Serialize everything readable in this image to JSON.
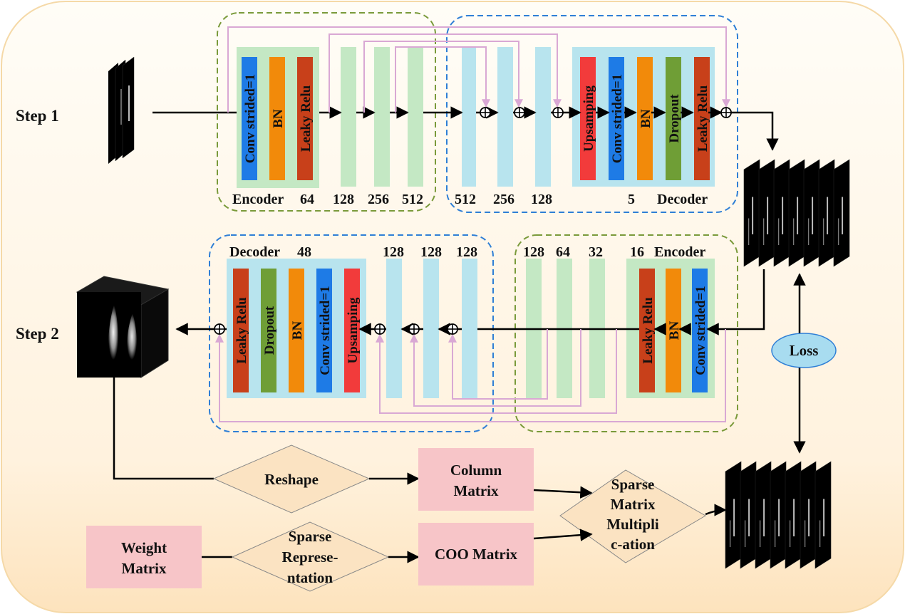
{
  "step1": {
    "label": "Step 1",
    "encoder_block": {
      "layers": [
        {
          "label": "Conv strided=1",
          "color": "#1e7be6"
        },
        {
          "label": "BN",
          "color": "#f28a0a"
        },
        {
          "label": "Leaky Relu",
          "color": "#c8401a"
        }
      ],
      "size": "64",
      "title": "Encoder"
    },
    "encoder_sizes": [
      "128",
      "256",
      "512"
    ],
    "decoder_sizes": [
      "512",
      "256",
      "128"
    ],
    "decoder_block": {
      "layers": [
        {
          "label": "Upsamping",
          "color": "#f23b3b"
        },
        {
          "label": "Conv strided=1",
          "color": "#1e7be6"
        },
        {
          "label": "BN",
          "color": "#f28a0a"
        },
        {
          "label": "Dropout",
          "color": "#6f9e36"
        },
        {
          "label": "Leaky Relu",
          "color": "#c8401a"
        }
      ],
      "size": "5",
      "title": "Decoder"
    }
  },
  "step2": {
    "label": "Step 2",
    "decoder_block": {
      "title": "Decoder",
      "size": "48",
      "layers": [
        {
          "label": "Leaky Relu",
          "color": "#c8401a"
        },
        {
          "label": "Dropout",
          "color": "#6f9e36"
        },
        {
          "label": "BN",
          "color": "#f28a0a"
        },
        {
          "label": "Conv strided=1",
          "color": "#1e7be6"
        },
        {
          "label": "Upsamping",
          "color": "#f23b3b"
        }
      ]
    },
    "decoder_sizes": [
      "128",
      "128",
      "128"
    ],
    "encoder_sizes": [
      "128",
      "64",
      "32"
    ],
    "encoder_block": {
      "size": "16",
      "title": "Encoder",
      "layers": [
        {
          "label": "Leaky Relu",
          "color": "#c8401a"
        },
        {
          "label": "BN",
          "color": "#f28a0a"
        },
        {
          "label": "Conv strided=1",
          "color": "#1e7be6"
        }
      ]
    }
  },
  "loss": "Loss",
  "pipeline": {
    "reshape": "Reshape",
    "column_matrix": [
      "Column",
      "Matrix"
    ],
    "sparse_mult": [
      "Sparse",
      "Matrix",
      "Multipli",
      "c-ation"
    ],
    "weight_matrix": [
      "Weight",
      "Matrix"
    ],
    "sparse_rep": [
      "Sparse",
      "Represe-",
      "ntation"
    ],
    "coo_matrix": "COO Matrix"
  },
  "colors": {
    "encoder_border": "#7a9a3a",
    "decoder_border": "#2f7fd6",
    "skip": "#d9a8d4",
    "encoder_bar": "#c4e8c4",
    "decoder_bar": "#b8e4ee",
    "box_pink": "#f7c5c8",
    "diamond": "#fbe3c2",
    "loss": "#a8dcf0"
  }
}
